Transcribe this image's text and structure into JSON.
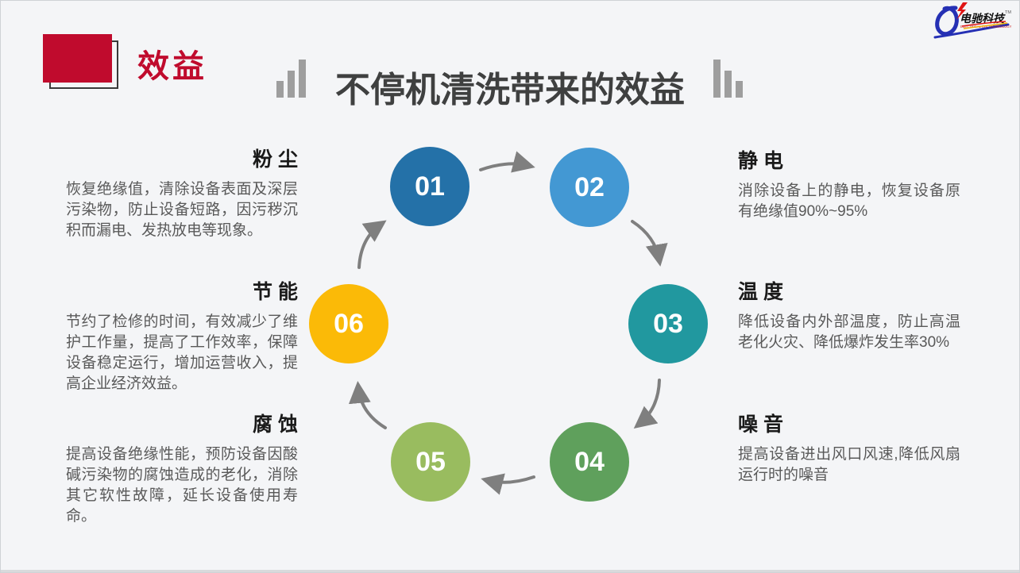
{
  "header": {
    "tag": "效益",
    "title": "不停机清洗带来的效益"
  },
  "logo": {
    "brand": "电驰科技",
    "subtitle": "ELECTRICAL CHI TECHNOLOGY",
    "tm": "TM"
  },
  "left_items": [
    {
      "title": "粉尘",
      "body": "恢复绝缘值，清除设备表面及深层污染物，防止设备短路，因污秽沉积而漏电、发热放电等现象。"
    },
    {
      "title": "节能",
      "body": "节约了检修的时间，有效减少了维护工作量，提高了工作效率，保障设备稳定运行，增加运营收入，提高企业经济效益。"
    },
    {
      "title": "腐蚀",
      "body": "提高设备绝缘性能，预防设备因酸碱污染物的腐蚀造成的老化，消除其它软性故障，延长设备使用寿命。"
    }
  ],
  "right_items": [
    {
      "title": "静电",
      "body": "消除设备上的静电，恢复设备原有绝缘值90%~95%"
    },
    {
      "title": "温度",
      "body": "降低设备内外部温度，防止高温老化火灾、降低爆炸发生率30%"
    },
    {
      "title": "噪音",
      "body": "提高设备进出风口风速,降低风扇运行时的噪音"
    }
  ],
  "diagram": {
    "steps": [
      {
        "num": "01",
        "color": "#2471a8"
      },
      {
        "num": "02",
        "color": "#4398d3"
      },
      {
        "num": "03",
        "color": "#21989f"
      },
      {
        "num": "04",
        "color": "#5fa05c"
      },
      {
        "num": "05",
        "color": "#99bc5f"
      },
      {
        "num": "06",
        "color": "#fbba07"
      }
    ]
  },
  "colors": {
    "accent": "#c00b2d",
    "title": "#3f4040",
    "heading": "#1a1a1a",
    "body": "#595959",
    "bars": "#9e9e9e",
    "arrow": "#7f7f7f",
    "background": "#f4f5f7",
    "strip": "#d9dadc",
    "logo_blue": "#2530b4",
    "logo_red": "#e01515",
    "logo_yellow": "#f0b400"
  }
}
